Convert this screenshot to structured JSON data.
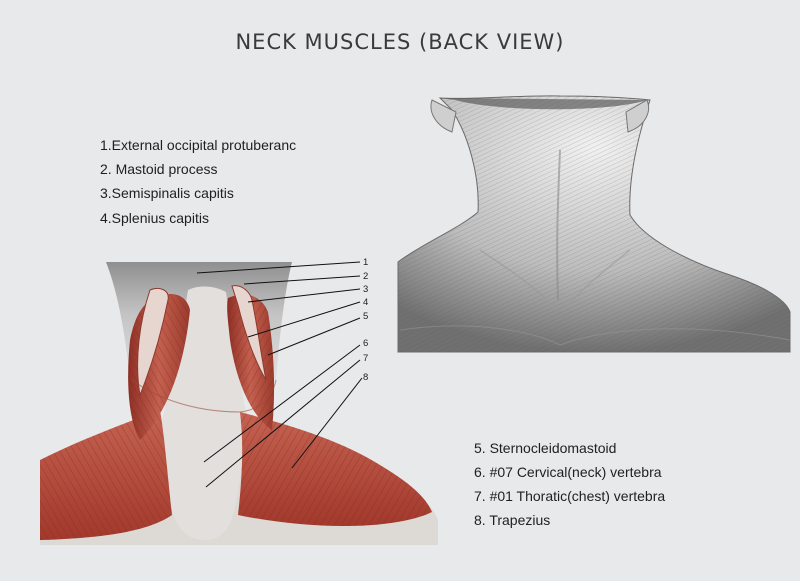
{
  "title": "NECK MUSCLES (BACK VIEW)",
  "legend_top": [
    "1.External occipital protuberanc",
    "2. Mastoid process",
    "3.Semispinalis capitis",
    "4.Splenius capitis"
  ],
  "legend_bottom": [
    "5. Sternocleidomastoid",
    "6. #07 Cervical(neck) vertebra",
    "7. #01 Thoratic(chest) vertebra",
    "8.  Trapezius"
  ],
  "callout_numbers": [
    "1",
    "2",
    "3",
    "4",
    "5",
    "6",
    "7",
    "8"
  ],
  "colors": {
    "background": "#e8e9ea",
    "muscle": "#b0483a",
    "tendon": "#d6d3cf",
    "pencil": "#6e6e6e",
    "leader_line": "#111111"
  }
}
